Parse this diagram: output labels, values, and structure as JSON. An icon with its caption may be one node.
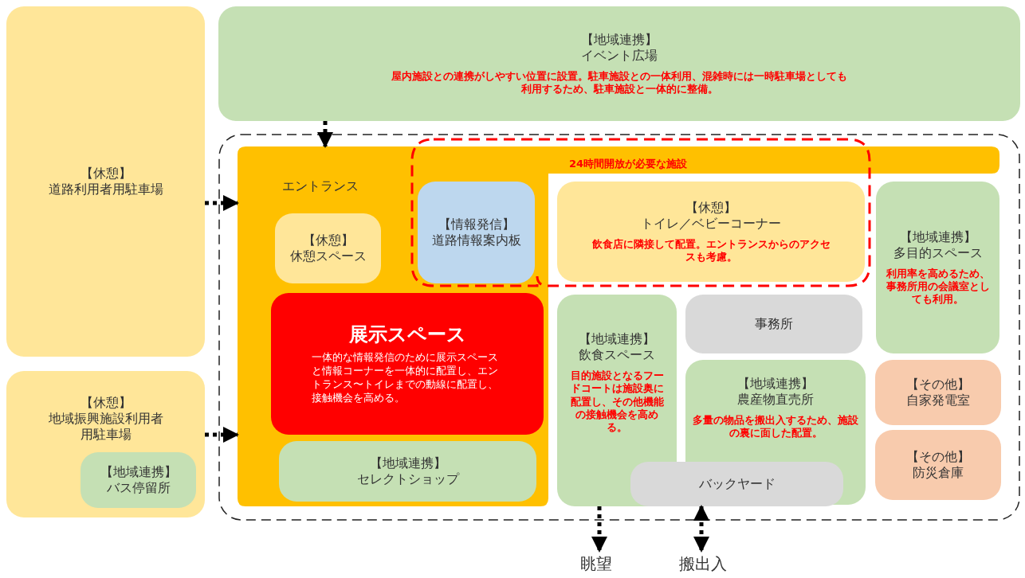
{
  "diagram": {
    "nodes": [
      {
        "text": [
          "【休憩】",
          "道路利用者用駐車場"
        ]
      },
      {
        "text": [
          "【休憩】",
          "地域振興施設利用者用駐車場"
        ]
      },
      {
        "text": [
          "【地域連携】",
          "バス停留所"
        ],
        "in": 1
      },
      {
        "text": [
          "【地域連携】",
          "イベント広場",
          "屋内施設との連携がしやすい位置に設置。駐車施設との一体利用、混雑時には一時駐車場としても利用するため、駐車施設と一体的に整備。"
        ]
      },
      {
        "text": [
          "エントランス"
        ]
      },
      {
        "text": [
          "24時間開放が必要な施設"
        ]
      },
      {
        "text": [
          "【休憩】",
          "休憩スペース"
        ],
        "in": 4
      },
      {
        "text": [
          "【情報発信】",
          "道路情報案内板"
        ],
        "in": 5
      },
      {
        "text": [
          "【休憩】",
          "トイレ／ベビーコーナー",
          "飲食店に隣接して配置。エントランスからのアクセスも考慮。"
        ],
        "in": 5
      },
      {
        "text": [
          "【地域連携】",
          "多目的スペース",
          "利用率を高めるため、事務所用の会議室としても利用。"
        ]
      },
      {
        "text": [
          "展示スペース",
          "一体的な情報発信のために展示スペースと情報コーナーを一体的に配置し、エントランス〜トイレまでの動線に配置し、接触機会を高める。"
        ],
        "in": 4
      },
      {
        "text": [
          "【地域連携】",
          "飲食スペース",
          "目的施設となるフードコートは施設奥に配置し、その他機能の接触機会を高める。"
        ]
      },
      {
        "text": [
          "事務所"
        ]
      },
      {
        "text": [
          "【地域連携】",
          "農産物直売所",
          "多量の物品を搬出入するため、施設の裏に面した配置。"
        ]
      },
      {
        "text": [
          "【その他】",
          "自家発電室"
        ]
      },
      {
        "text": [
          "【その他】",
          "防災倉庫"
        ]
      },
      {
        "text": [
          "【地域連携】",
          "セレクトショップ"
        ],
        "in": 4
      },
      {
        "text": [
          "バックヤード"
        ]
      },
      {
        "text": [
          "眺望"
        ]
      },
      {
        "text": [
          "搬出入"
        ]
      }
    ],
    "edges": [
      {
        "from": 3,
        "to": 4,
        "arrow": "to",
        "style": "dashed"
      },
      {
        "from": 0,
        "to": 4,
        "arrow": "to",
        "style": "dashed"
      },
      {
        "from": 1,
        "to": 4,
        "arrow": "to",
        "style": "dashed"
      },
      {
        "from": 11,
        "to": 18,
        "arrow": "to",
        "style": "dashed"
      },
      {
        "from": 17,
        "to": 19,
        "arrow": "both",
        "style": "dashed"
      }
    ]
  }
}
